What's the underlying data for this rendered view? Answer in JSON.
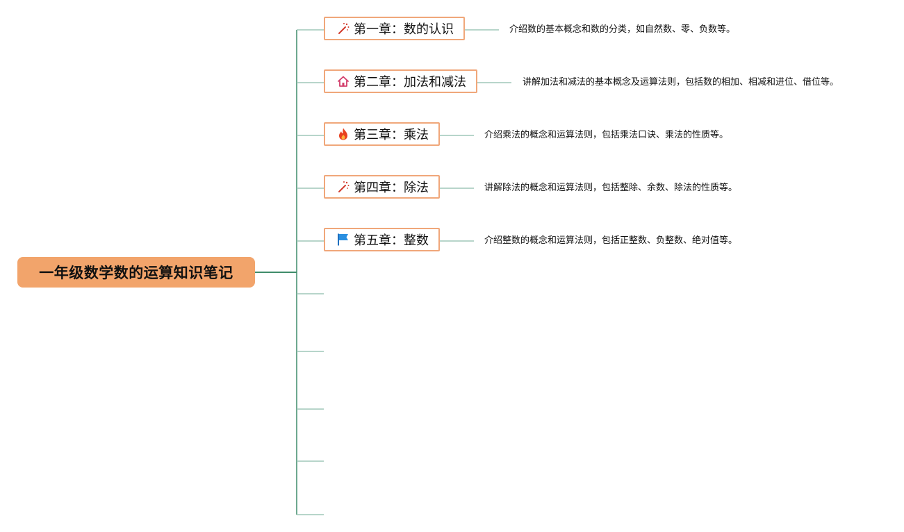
{
  "root": {
    "title": "一年级数学数的运算知识笔记"
  },
  "chapters": [
    {
      "title": "第一章：数的认识",
      "icon": "magic-wand-icon",
      "description": "介绍数的基本概念和数的分类，如自然数、零、负数等。"
    },
    {
      "title": "第二章：加法和减法",
      "icon": "home-icon",
      "description": "讲解加法和减法的基本概念及运算法则，包括数的相加、相减和进位、借位等。"
    },
    {
      "title": "第三章：乘法",
      "icon": "fire-icon",
      "description": "介绍乘法的概念和运算法则，包括乘法口诀、乘法的性质等。"
    },
    {
      "title": "第四章：除法",
      "icon": "magic-wand-icon",
      "description": "讲解除法的概念和运算法则，包括整除、余数、除法的性质等。"
    },
    {
      "title": "第五章：整数",
      "icon": "flag-icon",
      "description": "介绍整数的概念和运算法则，包括正整数、负整数、绝对值等。"
    }
  ],
  "colors": {
    "root_fill": "#f2a46b",
    "node_border": "#f0a77a",
    "trunk_line": "#3f8c6a",
    "branch_line": "#9fc7b9"
  }
}
